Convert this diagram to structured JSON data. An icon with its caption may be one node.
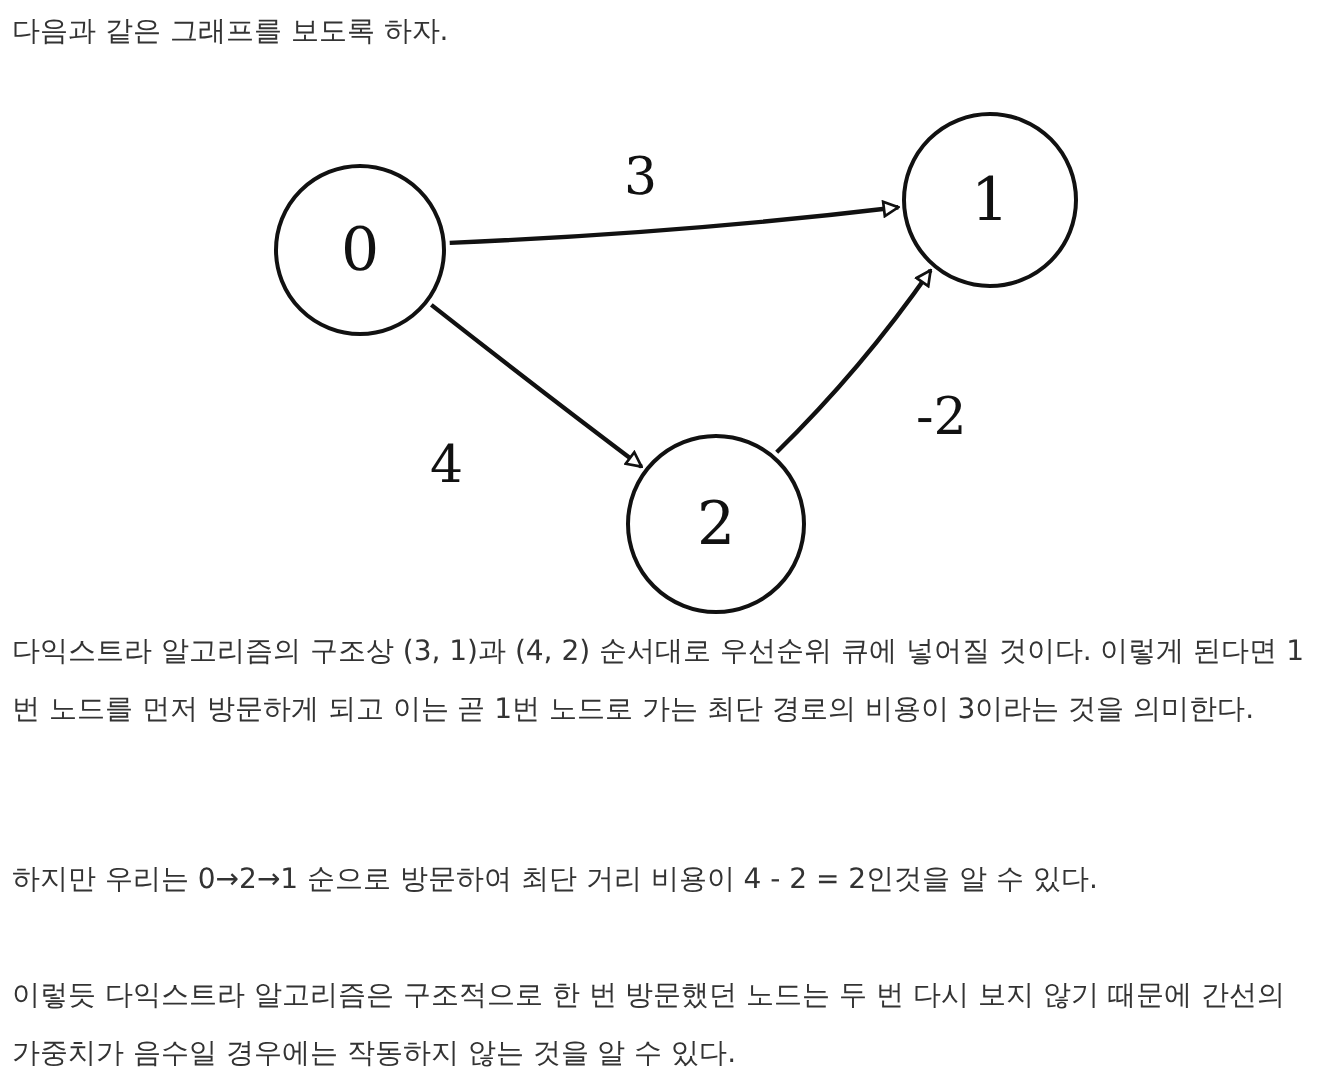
{
  "diagram": {
    "nodes": [
      {
        "text": [
          "0"
        ]
      },
      {
        "text": [
          "1"
        ]
      },
      {
        "text": [
          "2"
        ]
      }
    ],
    "edges": [
      {
        "from": 0,
        "to": 1,
        "arrow": "to",
        "label": "3"
      },
      {
        "from": 0,
        "to": 2,
        "arrow": "to",
        "label": "4"
      },
      {
        "from": 2,
        "to": 1,
        "arrow": "to",
        "label": "-2"
      }
    ],
    "labels": [
      "다음과 같은 그래프를 보도록 하자.",
      "다익스트라 알고리즘의 구조상 (3, 1)과 (4, 2) 순서대로 우선순위 큐에 넣어질 것이다. 이렇게 된다면 1번 노드를 먼저 방문하게 되고 이는 곧 1번 노드로 가는 최단 경로의 비용이 3이라는 것을 의미한다.",
      "하지만 우리는 0→2→1 순으로 방문하여 최단 거리 비용이 4 - 2 = 2인것을 알 수 있다.",
      "이렇듯 다익스트라 알고리즘은 구조적으로 한 번 방문했던 노드는 두 번 다시 보지 않기 때문에 간선의 가중치가 음수일 경우에는 작동하지 않는 것을 알 수 있다."
    ]
  }
}
